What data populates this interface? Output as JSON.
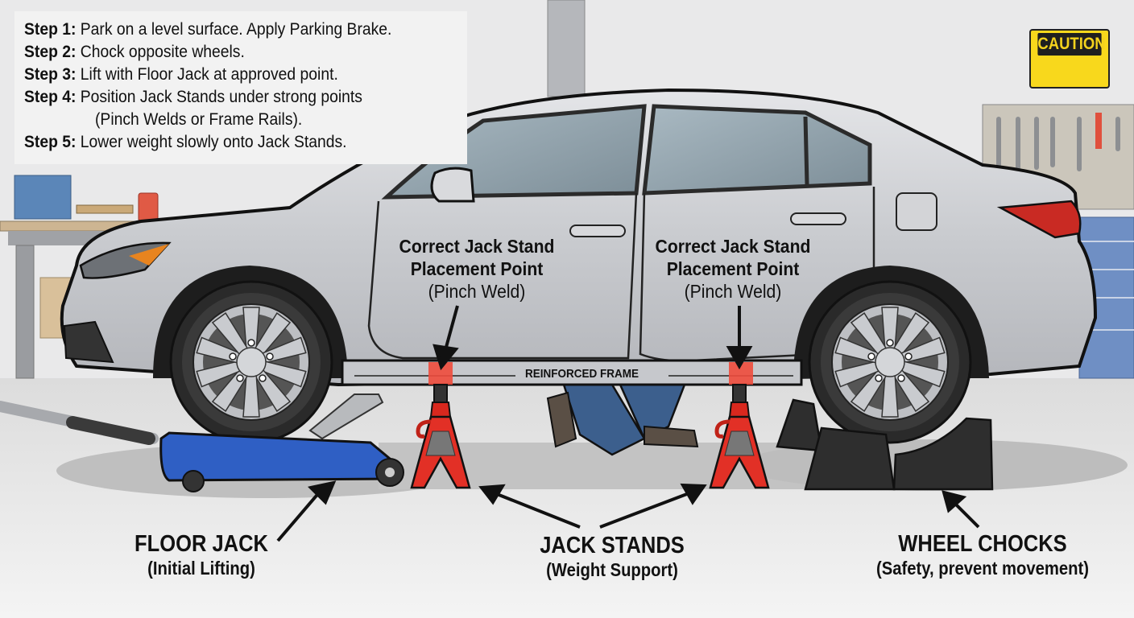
{
  "instructions": {
    "steps": [
      {
        "label": "Step 1:",
        "text": "Park on a level surface.  Apply Parking Brake."
      },
      {
        "label": "Step 2:",
        "text": "Chock opposite wheels."
      },
      {
        "label": "Step 3:",
        "text": "Lift with Floor Jack at approved point."
      },
      {
        "label": "Step 4:",
        "text": "Position Jack Stands under strong points"
      },
      {
        "label": "",
        "text": "(Pinch Welds or Frame Rails)."
      },
      {
        "label": "Step 5:",
        "text": "Lower weight slowly onto Jack Stands."
      }
    ]
  },
  "caution_sign": {
    "text": "CAUTION",
    "color": "#f8d81c"
  },
  "placement_points": [
    {
      "line1": "Correct Jack Stand",
      "line2": "Placement Point",
      "line3": "(Pinch Weld)"
    },
    {
      "line1": "Correct Jack Stand",
      "line2": "Placement Point",
      "line3": "(Pinch Weld)"
    }
  ],
  "frame_label": "REINFORCED FRAME",
  "equipment_labels": {
    "floor_jack": {
      "title": "FLOOR JACK",
      "subtitle": "(Initial Lifting)",
      "color": "#2f5fc4"
    },
    "jack_stands": {
      "title": "JACK STANDS",
      "subtitle": "(Weight Support)",
      "color": "#e02a20"
    },
    "wheel_chocks": {
      "title": "WHEEL CHOCKS",
      "subtitle": "(Safety, prevent movement)",
      "color": "#2a2a2a"
    }
  },
  "colors": {
    "car_body": "#c9cbcf",
    "highlight_marker": "#ee4b3c",
    "outline": "#111111"
  }
}
